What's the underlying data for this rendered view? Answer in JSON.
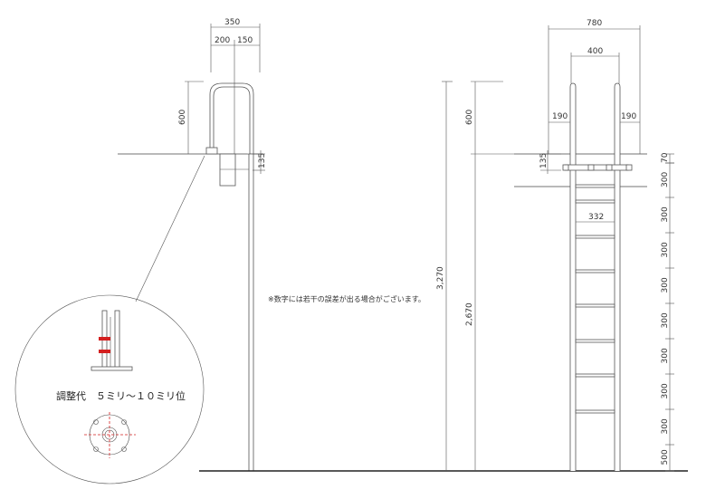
{
  "note": "※数字には若干の誤差が出る場合がございます。",
  "detail": {
    "label": "調整代　５ミリ〜１０ミリ位"
  },
  "side_view": {
    "dims": {
      "top_total": "350",
      "top_left": "200",
      "top_right": "150",
      "handrail": "600",
      "bracket": "135"
    }
  },
  "front_view": {
    "dims": {
      "top_total": "780",
      "top_inner": "400",
      "left_offset": "190",
      "right_offset": "190",
      "handrail": "600",
      "bracket": "135",
      "rung_width": "332",
      "total_height": "3,270",
      "ladder_height": "2,670",
      "top_gap": "70",
      "rung_spacings": [
        "300",
        "300",
        "300",
        "300",
        "300",
        "300",
        "300",
        "300",
        "500"
      ]
    }
  },
  "colors": {
    "line": "#444444",
    "dimension_accent": "#d42020"
  }
}
